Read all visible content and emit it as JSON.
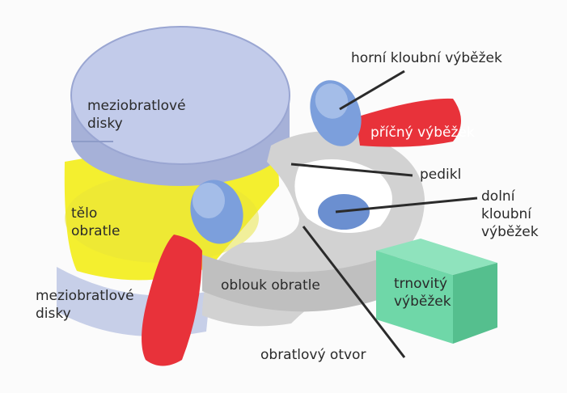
{
  "labels": {
    "mezi_top_line1": "meziobratlové",
    "mezi_top_line2": "disky",
    "telo_line1": "tělo",
    "telo_line2": "obratle",
    "mezi_bottom_line1": "meziobratlové",
    "mezi_bottom_line2": "disky",
    "horni": "horní kloubní výběžek",
    "pricny": "příčný výběžek",
    "pedikl": "pedikl",
    "dolni_line1": "dolní",
    "dolni_line2": "kloubní",
    "dolni_line3": "výběžek",
    "trnovity_line1": "trnovitý",
    "trnovity_line2": "výběžek",
    "oblouk": "oblouk obratle",
    "otvor": "obratlový otvor"
  },
  "colors": {
    "disc": "#b9c4e6",
    "disc_edge": "#8e9cc8",
    "body": "#f4ef2f",
    "arch": "#cfcfcf",
    "articular": "#7c9fdc",
    "transverse": "#e8323a",
    "spinous": "#6fd7a8",
    "leader": "#2b2b2b"
  }
}
